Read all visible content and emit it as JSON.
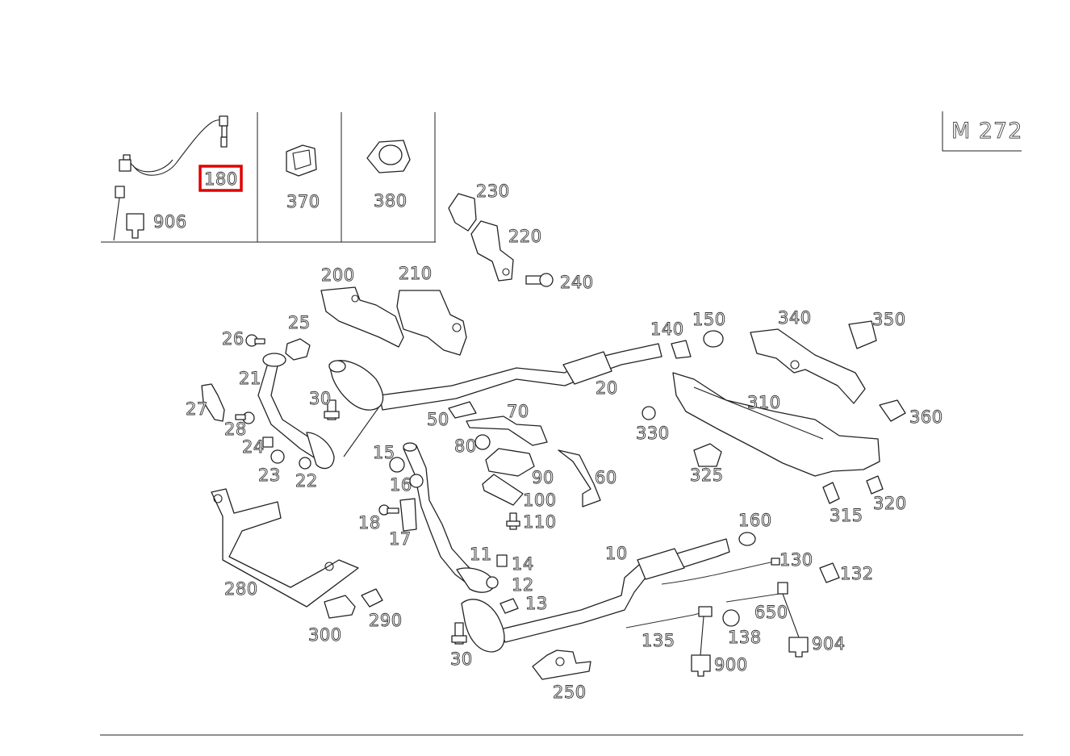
{
  "model": "M 272",
  "highlight": "180",
  "labels": {
    "p180": "180",
    "p370": "370",
    "p380": "380",
    "p906": "906",
    "p230": "230",
    "p220": "220",
    "p240": "240",
    "p200": "200",
    "p210": "210",
    "p25": "25",
    "p26": "26",
    "p21": "21",
    "p30a": "30",
    "p27": "27",
    "p28": "28",
    "p24": "24",
    "p23": "23",
    "p22": "22",
    "p20": "20",
    "p50": "50",
    "p70": "70",
    "p80": "80",
    "p90": "90",
    "p100": "100",
    "p110": "110",
    "p60": "60",
    "p15": "15",
    "p16": "16",
    "p18": "18",
    "p17": "17",
    "p140": "140",
    "p150": "150",
    "p340": "340",
    "p350": "350",
    "p310": "310",
    "p330": "330",
    "p360": "360",
    "p325": "325",
    "p315": "315",
    "p320": "320",
    "p280": "280",
    "p300": "300",
    "p290": "290",
    "p11": "11",
    "p14": "14",
    "p12": "12",
    "p13": "13",
    "p30b": "30",
    "p10": "10",
    "p160": "160",
    "p130": "130",
    "p132": "132",
    "p650": "650",
    "p135": "135",
    "p138": "138",
    "p900": "900",
    "p904": "904",
    "p250": "250"
  }
}
